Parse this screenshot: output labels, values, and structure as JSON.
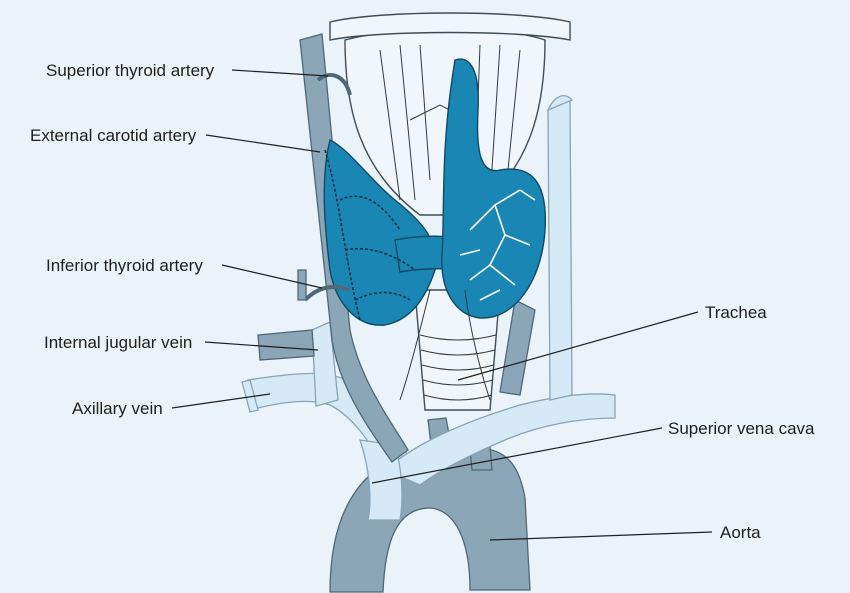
{
  "labels": {
    "superior_thyroid_artery": "Superior thyroid artery",
    "external_carotid_artery": "External carotid artery",
    "inferior_thyroid_artery": "Inferior thyroid artery",
    "internal_jugular_vein": "Internal jugular vein",
    "axillary_vein": "Axillary vein",
    "trachea": "Trachea",
    "superior_vena_cava": "Superior vena cava",
    "aorta": "Aorta"
  },
  "colors": {
    "background": "#eaf3fa",
    "thyroid_gland": "#1a86b3",
    "arteries": "#8ba6b6",
    "veins": "#d6e9f6",
    "label_text": "#1f1f1f"
  }
}
